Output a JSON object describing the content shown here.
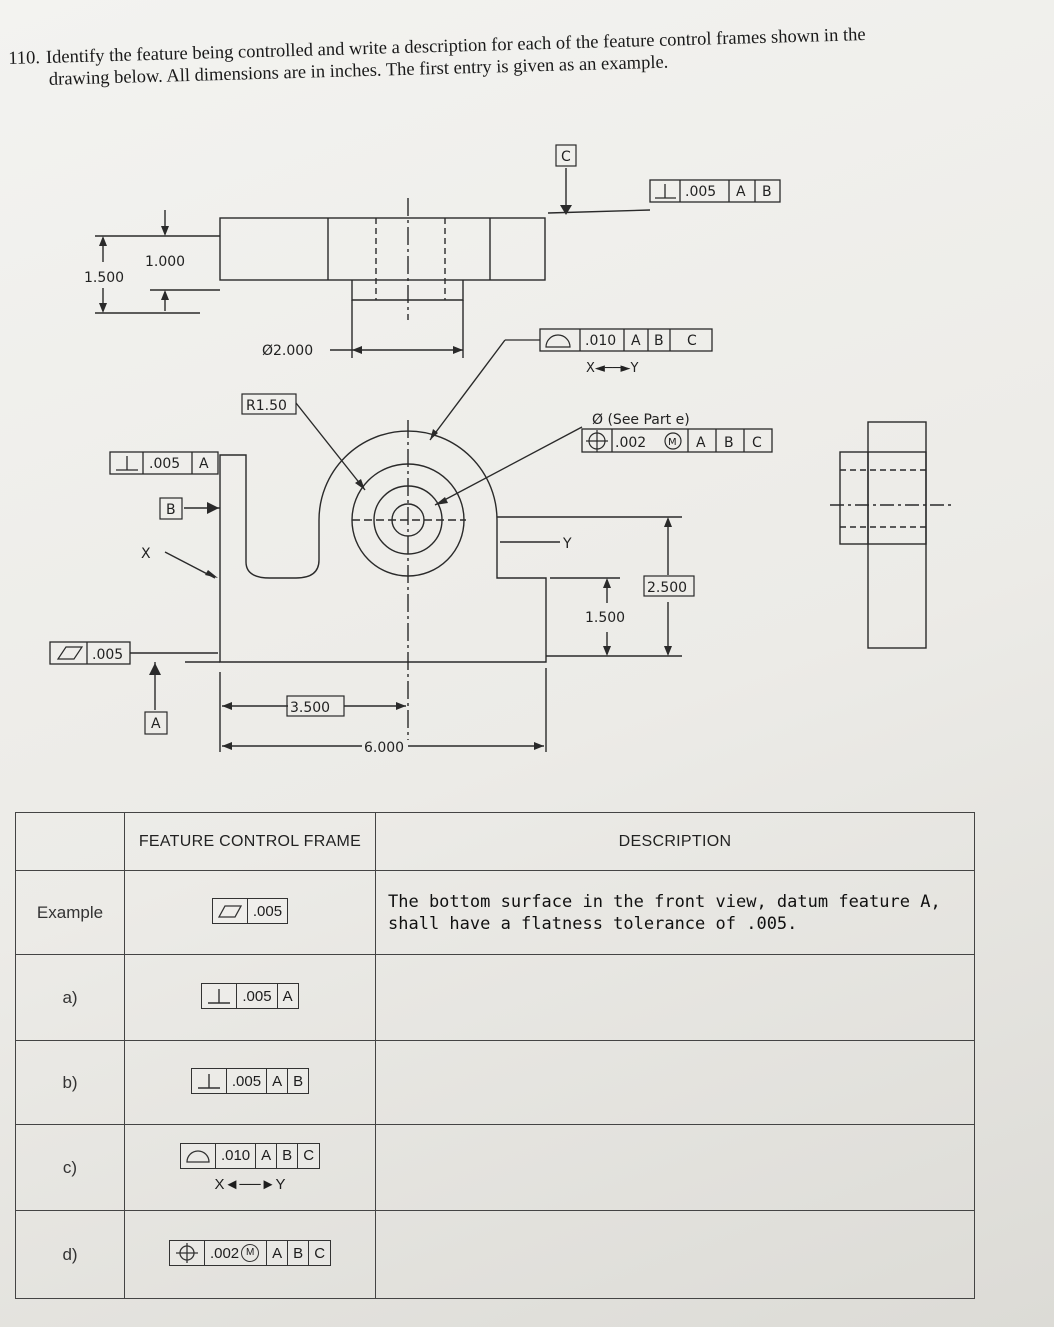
{
  "question": {
    "number": "110.",
    "line1": "Identify the feature being controlled and write a description for each of the feature control frames shown in the",
    "line2": "drawing below. All dimensions are in inches. The first entry is given as an example."
  },
  "drawing": {
    "datum_a": "A",
    "datum_b": "B",
    "datum_c": "C",
    "dim_1500_left": "1.500",
    "dim_1000": "1.000",
    "dim_dia2000": "Ø2.000",
    "dim_r150": "R1.50",
    "dim_3500": "3.500",
    "dim_6000": "6.000",
    "dim_1500_right": "1.500",
    "dim_2500": "2.500",
    "label_x": "X",
    "label_y": "Y",
    "see_part_e": "Ø (See Part e)",
    "fcf_flat": {
      "value": ".005"
    },
    "fcf_perp_a": {
      "value": ".005",
      "d1": "A"
    },
    "fcf_perp_ab": {
      "value": ".005",
      "d1": "A",
      "d2": "B"
    },
    "fcf_profile": {
      "value": ".010",
      "d1": "A",
      "d2": "B",
      "d3": "C",
      "between": "X◄──►Y"
    },
    "fcf_position": {
      "value": ".002",
      "mod": "M",
      "d1": "A",
      "d2": "B",
      "d3": "C"
    }
  },
  "table": {
    "header_fcf": "FEATURE CONTROL FRAME",
    "header_desc": "DESCRIPTION",
    "rows": [
      {
        "label": "Example",
        "fcf_value": ".005",
        "desc_line1": "The bottom surface in the front view, datum feature A,",
        "desc_line2": "shall have a flatness tolerance of .005."
      },
      {
        "label": "a)",
        "fcf_value": ".005",
        "d1": "A"
      },
      {
        "label": "b)",
        "fcf_value": ".005",
        "d1": "A",
        "d2": "B"
      },
      {
        "label": "c)",
        "fcf_value": ".010",
        "d1": "A",
        "d2": "B",
        "d3": "C",
        "between_x": "X",
        "between_y": "Y"
      },
      {
        "label": "d)",
        "fcf_value": ".002",
        "mod": "M",
        "d1": "A",
        "d2": "B",
        "d3": "C"
      }
    ]
  }
}
